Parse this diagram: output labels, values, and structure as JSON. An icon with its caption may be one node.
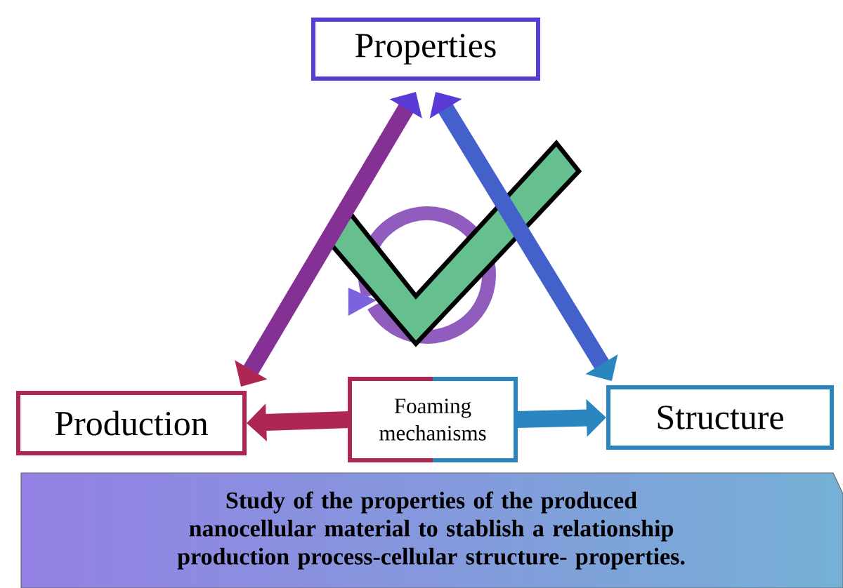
{
  "diagram": {
    "nodes": [
      {
        "text": [
          "Properties"
        ]
      },
      {
        "text": [
          "Production"
        ]
      },
      {
        "text": [
          "Foaming mechanisms"
        ]
      },
      {
        "text": [
          "Structure"
        ]
      },
      {
        "text": [
          "Study of the properties of the produced nanocellular material to stablish a relationship production process-cellular structure- properties."
        ]
      }
    ],
    "edges": [
      {
        "from": 1,
        "to": 0,
        "arrow": "both"
      },
      {
        "from": 0,
        "to": 3,
        "arrow": "both"
      },
      {
        "from": 2,
        "to": 1,
        "arrow": "to"
      },
      {
        "from": 2,
        "to": 3,
        "arrow": "to"
      }
    ]
  }
}
